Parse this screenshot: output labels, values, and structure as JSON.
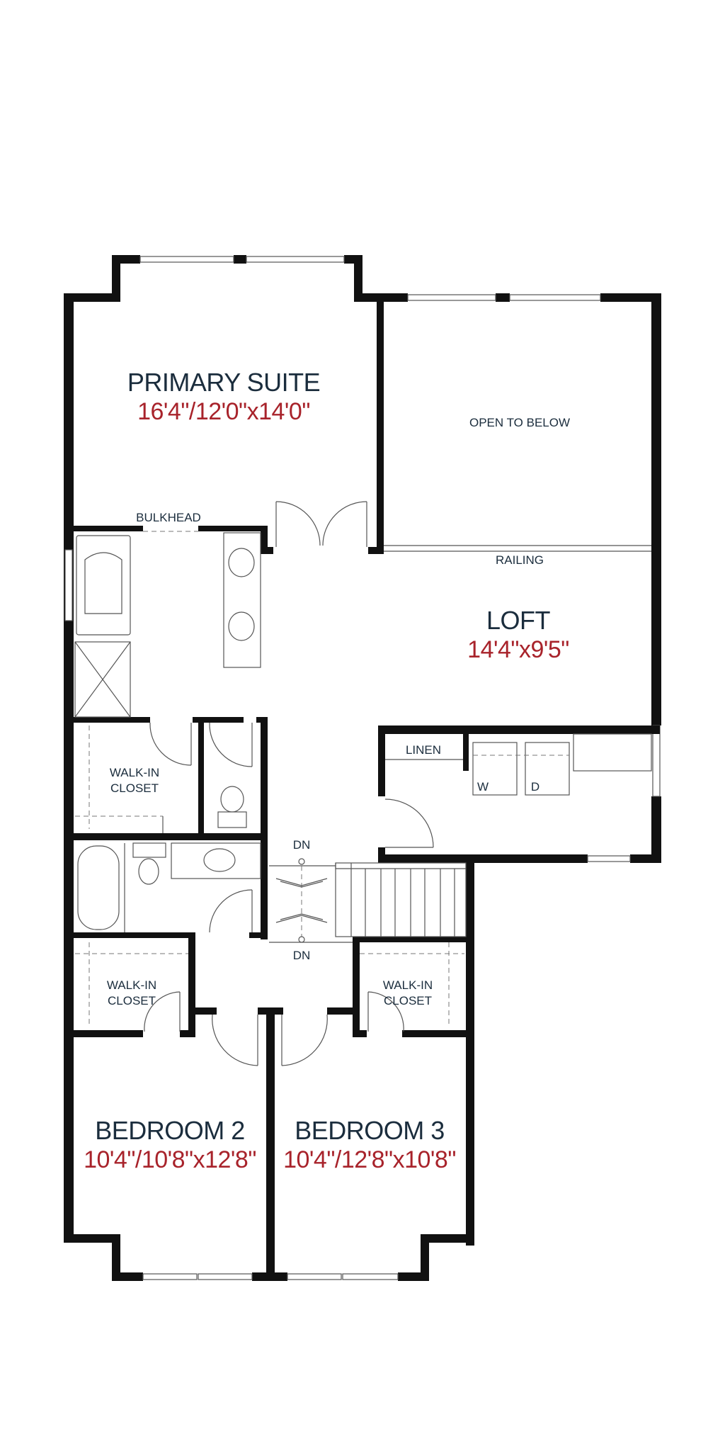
{
  "rooms": {
    "primary_suite": {
      "name": "PRIMARY SUITE",
      "dims": "16'4\"/12'0\"x14'0\""
    },
    "loft": {
      "name": "LOFT",
      "dims": "14'4\"x9'5\""
    },
    "bedroom_2": {
      "name": "BEDROOM 2",
      "dims": "10'4\"/10'8\"x12'8\""
    },
    "bedroom_3": {
      "name": "BEDROOM 3",
      "dims": "10'4\"/12'8\"x10'8\""
    }
  },
  "labels": {
    "open_to_below": "OPEN TO BELOW",
    "railing": "RAILING",
    "bulkhead": "BULKHEAD",
    "linen": "LINEN",
    "washer": "W",
    "dryer": "D",
    "walk_in_closet_1_line1": "WALK-IN",
    "walk_in_closet_1_line2": "CLOSET",
    "walk_in_closet_2_line1": "WALK-IN",
    "walk_in_closet_2_line2": "CLOSET",
    "walk_in_closet_3_line1": "WALK-IN",
    "walk_in_closet_3_line2": "CLOSET",
    "stair_down_top": "DN",
    "stair_down_bottom": "DN"
  },
  "colors": {
    "wall": "#111111",
    "room_name": "#1b2d3d",
    "room_dimension": "#a8232b"
  }
}
